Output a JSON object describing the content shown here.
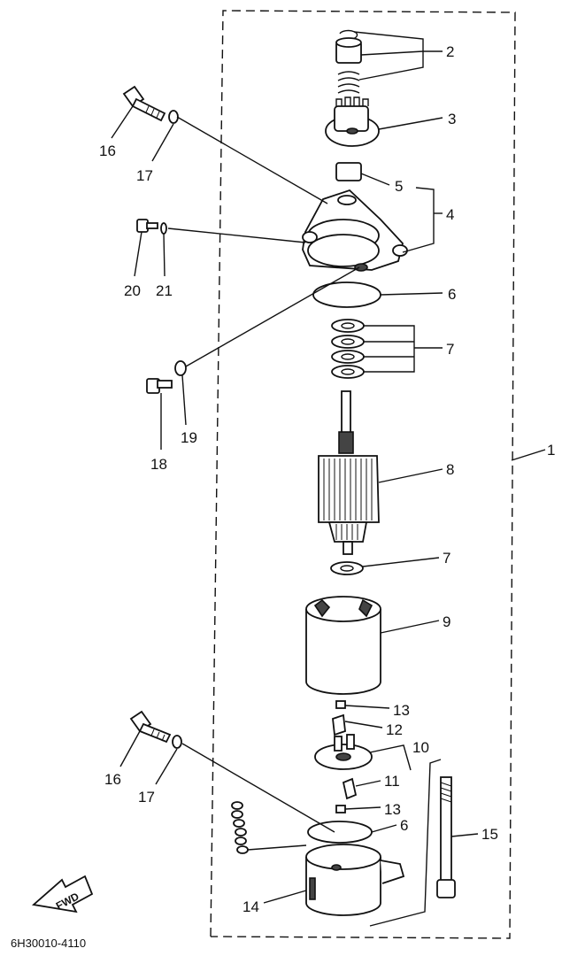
{
  "labels": {
    "l1": "1",
    "l2": "2",
    "l3": "3",
    "l4": "4",
    "l5": "5",
    "l6_top": "6",
    "l7_top": "7",
    "l8": "8",
    "l7_mid": "7",
    "l9": "9",
    "l13_top": "13",
    "l12": "12",
    "l10": "10",
    "l11": "11",
    "l13_bot": "13",
    "l6_bot": "6",
    "l15": "15",
    "l14": "14",
    "l16_top": "16",
    "l17_top": "17",
    "l20": "20",
    "l21": "21",
    "l19": "19",
    "l18": "18",
    "l16_bot": "16",
    "l17_bot": "17"
  },
  "fwd_label": "FWD",
  "drawing_code": "6H30010-4110"
}
